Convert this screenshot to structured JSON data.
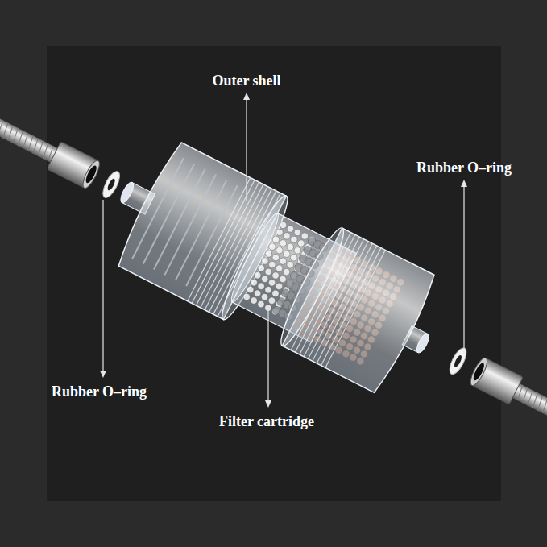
{
  "diagram": {
    "labels": [
      "Outer shell",
      "Rubber O–ring",
      "Rubber O–ring",
      "Filter cartridge"
    ]
  }
}
